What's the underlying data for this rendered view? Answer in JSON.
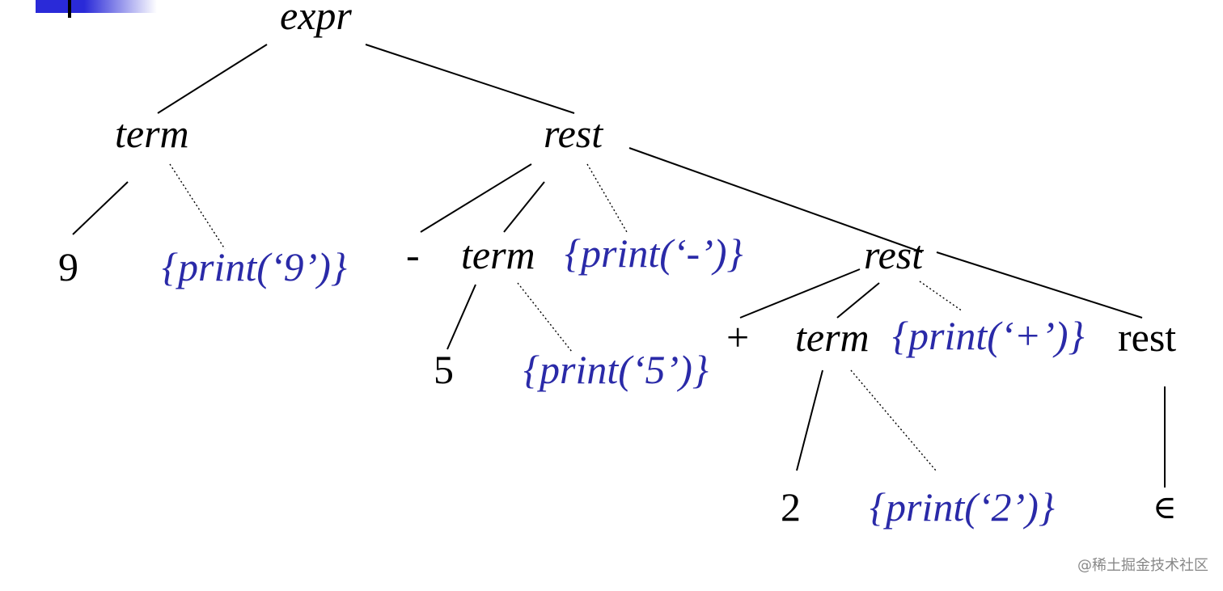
{
  "colors": {
    "symbol": "#000000",
    "action": "#2a2aa8",
    "edge": "#000000",
    "banner": "#2a2ad8"
  },
  "nodes": {
    "expr": "expr",
    "term1": "term",
    "rest1": "rest",
    "nine": "9",
    "print9": "{print(‘9’)}",
    "minus": "-",
    "term2": "term",
    "printMinus": "{print(‘-’)}",
    "rest2": "rest",
    "five": "5",
    "print5": "{print(‘5’)}",
    "plus": "+",
    "term3": "term",
    "printPlus": "{print(‘+’)}",
    "rest3": "rest",
    "two": "2",
    "print2": "{print(‘2’)}",
    "epsilon": "∈"
  },
  "watermark": "@稀土掘金技术社区"
}
